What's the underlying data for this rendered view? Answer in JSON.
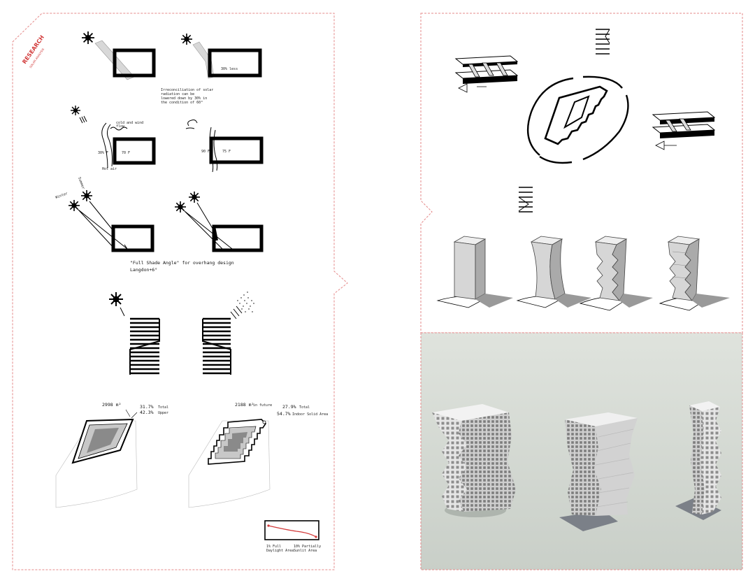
{
  "left_sheet": {
    "stamp": {
      "primary": "RESEARCH",
      "secondary": "SOLAR ANALYSIS"
    },
    "note_solar": [
      "Irreconciliation of solar",
      "radiation can be",
      "lowered down by 30% in",
      "the condition of 60°"
    ],
    "label_pct": "30% less",
    "label_cold": "cold and wind",
    "label_cold2": "flow",
    "label_hot": "Hot air",
    "label_deg_a": "30% F",
    "label_deg_b": "70 F",
    "label_deg_c": "90 F",
    "label_deg_d": "75 F",
    "label_summer": "Summer",
    "label_winter": "Winter",
    "caption_shade": "\"Full Shade Angle\" for overhang design",
    "caption_loc": "Langdon+6°",
    "plan_left": {
      "area": "2998 m²",
      "pct1": "31.7%",
      "pct1_label": "Total",
      "pct2": "42.3%",
      "pct2_label": "Upper"
    },
    "plan_right": {
      "area": "2188 m²",
      "area_label": "in future",
      "pct1": "27.9%",
      "pct1_label": "Total",
      "pct2": "54.7%",
      "pct2_label": "Indoor Solid Area"
    },
    "legend": {
      "left": "1% Full",
      "left2": "Daylight Area",
      "right": "10% Partially",
      "right2": "Sunlit Area"
    }
  },
  "right_top": {
    "title": ""
  },
  "right_bottom": {
    "title": ""
  },
  "colors": {
    "accent": "#d23a3a",
    "border": "#e58a8a",
    "render_bg": "#d7dcd6"
  }
}
